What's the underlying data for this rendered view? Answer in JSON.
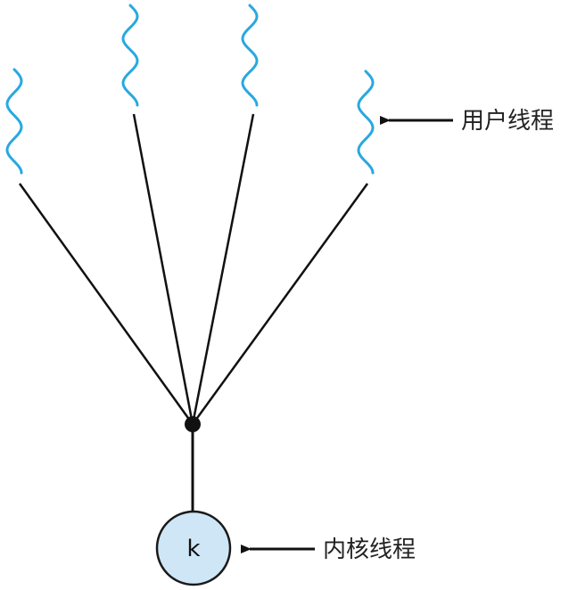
{
  "diagram": {
    "user_thread_label": "用户线程",
    "kernel_thread_label": "内核线程",
    "kernel_letter": "k",
    "user_thread_count": 4
  },
  "colors": {
    "thread_wave": "#29a8e0",
    "line": "#111111",
    "kernel_fill": "#cfe6f6",
    "kernel_stroke": "#1a1a1a",
    "arrow": "#111111"
  }
}
